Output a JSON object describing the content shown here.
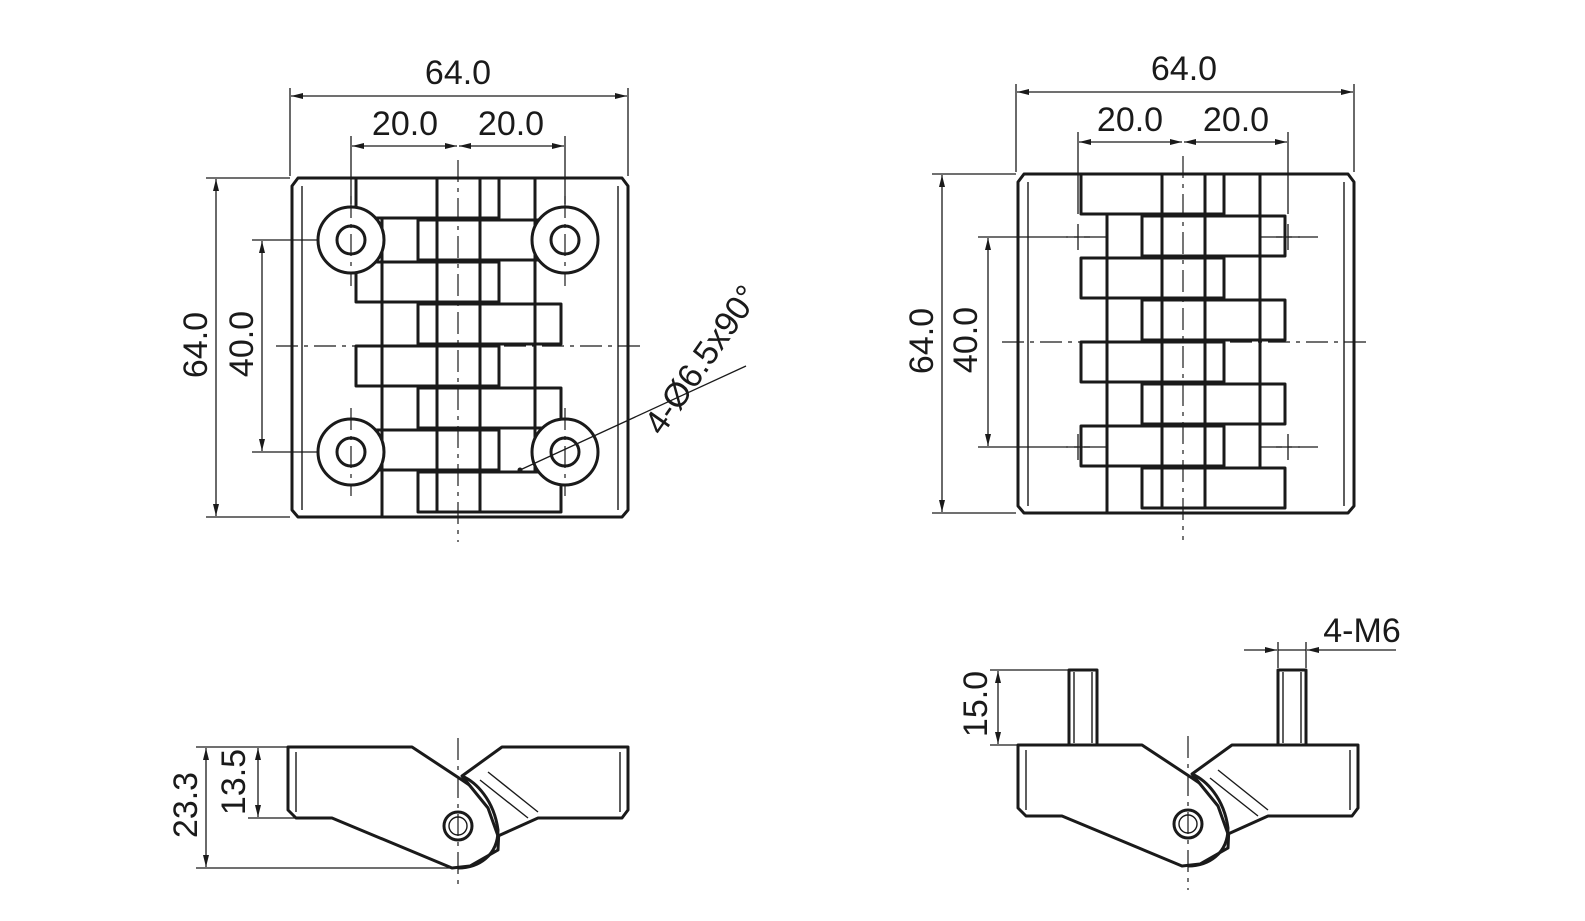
{
  "views": {
    "top_left": {
      "width": "64.0",
      "pitch_left": "20.0",
      "pitch_right": "20.0",
      "height": "64.0",
      "hole_spacing": "40.0",
      "hole_callout": "4-Ø6.5x90°"
    },
    "top_right": {
      "width": "64.0",
      "pitch_left": "20.0",
      "pitch_right": "20.0",
      "height": "64.0",
      "stud_spacing": "40.0"
    },
    "side_left": {
      "overall_height": "23.3",
      "leaf_height": "13.5"
    },
    "side_right": {
      "stud_length": "15.0",
      "thread": "4-M6"
    }
  }
}
